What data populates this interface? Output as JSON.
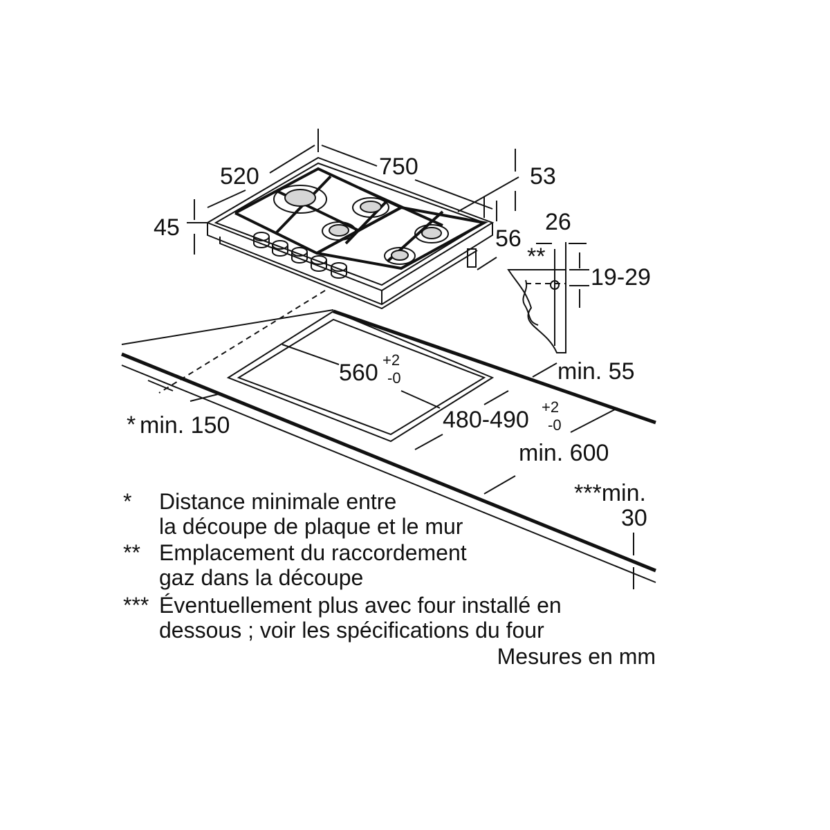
{
  "dimensions": {
    "width": "750",
    "depth": "520",
    "height_front": "45",
    "conn_offset": "53",
    "conn_height": "56",
    "conn_side": "26",
    "conn_range": "19-29",
    "edge_min": "min. 55",
    "wall_min": "min. 150",
    "wall_star": "*",
    "cutout_width": "560",
    "cutout_depth": "480-490",
    "tol_plus": "+2",
    "tol_minus": "-0",
    "worktop_min": "min. 600",
    "gas_mark": "**",
    "below_star": "***min.",
    "below_value": "30"
  },
  "notes": [
    {
      "mark": "*",
      "lines": [
        "Distance minimale entre",
        "la découpe de plaque et le mur"
      ]
    },
    {
      "mark": "**",
      "lines": [
        "Emplacement du raccordement",
        "gaz dans la découpe"
      ]
    },
    {
      "mark": "***",
      "lines": [
        "Éventuellement plus avec four installé en",
        "dessous ; voir les spécifications du four"
      ]
    }
  ],
  "units": "Mesures en mm"
}
